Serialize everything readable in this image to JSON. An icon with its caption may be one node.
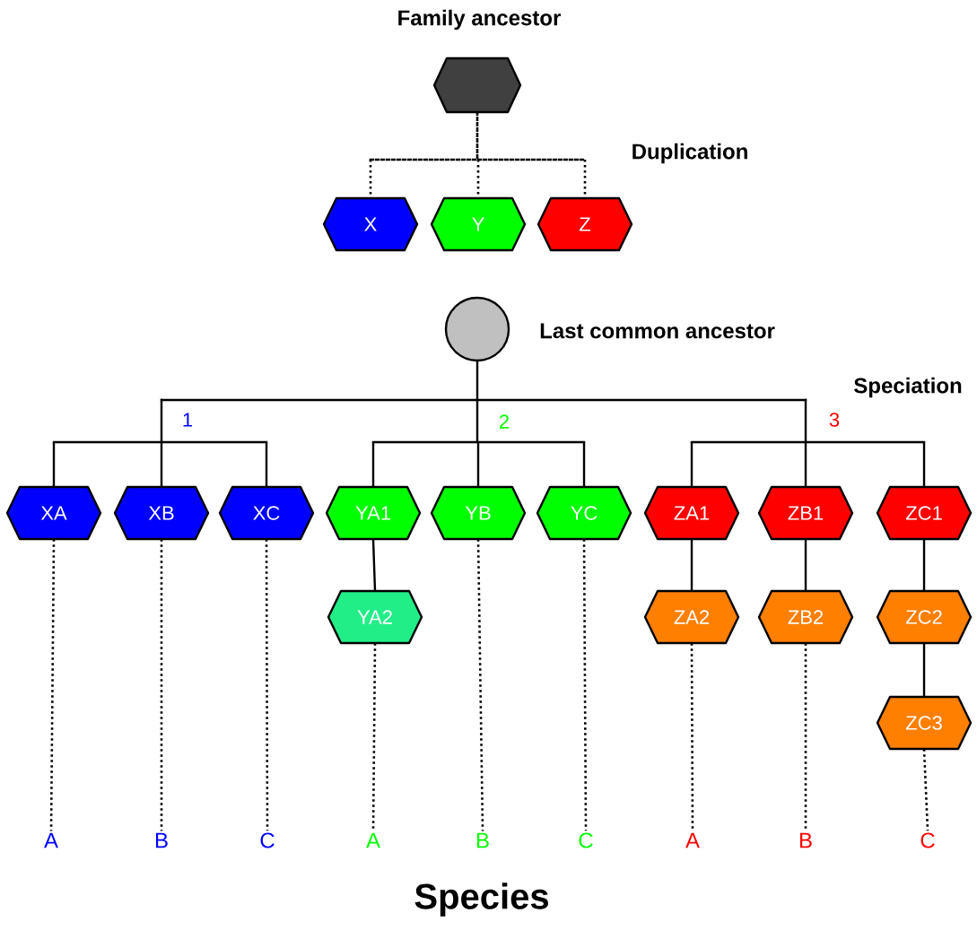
{
  "diagram": {
    "nodes": [
      {
        "text": [],
        "shape": "hexagon",
        "beside": [
          "Family ancestor"
        ]
      },
      {
        "text": [
          "X"
        ]
      },
      {
        "text": [
          "Y"
        ]
      },
      {
        "text": [
          "Z"
        ]
      },
      {
        "text": [],
        "shape": "circle",
        "beside": [
          "Last common ancestor"
        ]
      },
      {
        "text": [
          "XA"
        ]
      },
      {
        "text": [
          "XB"
        ]
      },
      {
        "text": [
          "XC"
        ]
      },
      {
        "text": [
          "YA1"
        ]
      },
      {
        "text": [
          "YB"
        ]
      },
      {
        "text": [
          "YC"
        ]
      },
      {
        "text": [
          "ZA1"
        ]
      },
      {
        "text": [
          "ZB1"
        ]
      },
      {
        "text": [
          "ZC1"
        ]
      },
      {
        "text": [
          "YA2"
        ]
      },
      {
        "text": [
          "ZA2"
        ]
      },
      {
        "text": [
          "ZB2"
        ]
      },
      {
        "text": [
          "ZC2"
        ]
      },
      {
        "text": [
          "ZC3"
        ]
      },
      {
        "text": [
          "A"
        ]
      },
      {
        "text": [
          "B"
        ]
      },
      {
        "text": [
          "C"
        ]
      },
      {
        "text": [
          "A"
        ]
      },
      {
        "text": [
          "B"
        ]
      },
      {
        "text": [
          "C"
        ]
      },
      {
        "text": [
          "A"
        ]
      },
      {
        "text": [
          "B"
        ]
      },
      {
        "text": [
          "C"
        ]
      }
    ],
    "edges": [
      {
        "from": 0,
        "to": 1,
        "arrow": "none",
        "style": "dashed"
      },
      {
        "from": 0,
        "to": 2,
        "arrow": "none",
        "style": "dashed"
      },
      {
        "from": 0,
        "to": 3,
        "arrow": "none",
        "style": "dashed"
      },
      {
        "from": 4,
        "to": 5,
        "arrow": "none"
      },
      {
        "from": 4,
        "to": 6,
        "arrow": "none"
      },
      {
        "from": 4,
        "to": 7,
        "arrow": "none"
      },
      {
        "from": 4,
        "to": 8,
        "arrow": "none"
      },
      {
        "from": 4,
        "to": 9,
        "arrow": "none"
      },
      {
        "from": 4,
        "to": 10,
        "arrow": "none"
      },
      {
        "from": 4,
        "to": 11,
        "arrow": "none"
      },
      {
        "from": 4,
        "to": 12,
        "arrow": "none"
      },
      {
        "from": 4,
        "to": 13,
        "arrow": "none"
      },
      {
        "from": 8,
        "to": 14,
        "arrow": "none"
      },
      {
        "from": 11,
        "to": 15,
        "arrow": "none"
      },
      {
        "from": 12,
        "to": 16,
        "arrow": "none"
      },
      {
        "from": 13,
        "to": 17,
        "arrow": "none"
      },
      {
        "from": 17,
        "to": 18,
        "arrow": "none"
      },
      {
        "from": 5,
        "to": 19,
        "arrow": "none",
        "style": "dashed"
      },
      {
        "from": 6,
        "to": 20,
        "arrow": "none",
        "style": "dashed"
      },
      {
        "from": 7,
        "to": 21,
        "arrow": "none",
        "style": "dashed"
      },
      {
        "from": 14,
        "to": 22,
        "arrow": "none",
        "style": "dashed"
      },
      {
        "from": 9,
        "to": 23,
        "arrow": "none",
        "style": "dashed"
      },
      {
        "from": 10,
        "to": 24,
        "arrow": "none",
        "style": "dashed"
      },
      {
        "from": 15,
        "to": 25,
        "arrow": "none",
        "style": "dashed"
      },
      {
        "from": 16,
        "to": 26,
        "arrow": "none",
        "style": "dashed"
      },
      {
        "from": 18,
        "to": 27,
        "arrow": "none",
        "style": "dashed"
      }
    ],
    "labels": [
      "Duplication",
      "Speciation",
      "1",
      "2",
      "3",
      "Species"
    ]
  }
}
